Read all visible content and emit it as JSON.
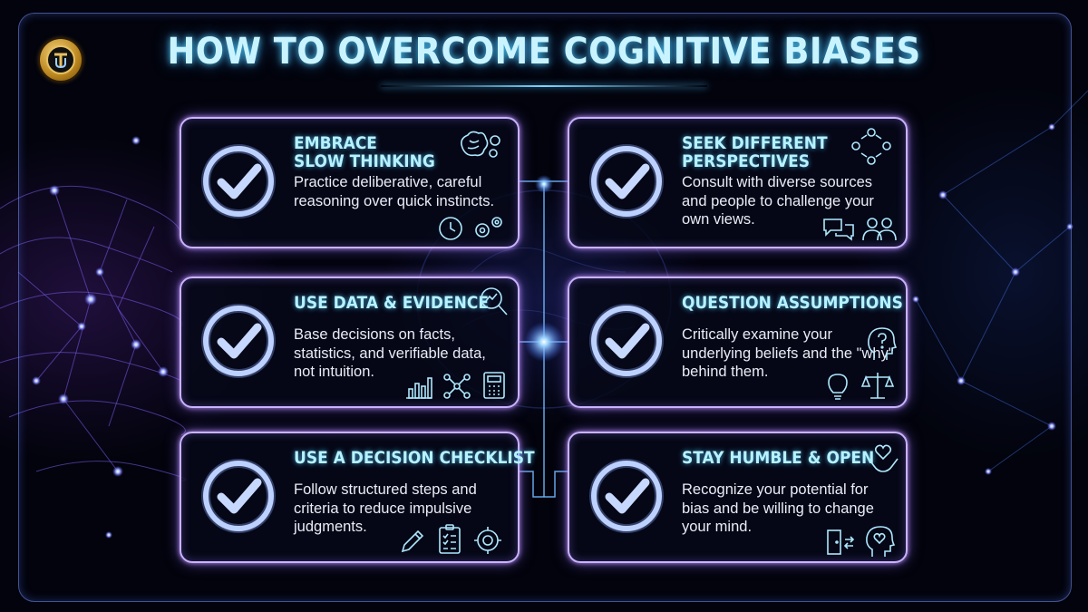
{
  "title": "HOW TO OVERCOME COGNITIVE BIASES",
  "logo": {
    "icon": "brand-logo-icon"
  },
  "colors": {
    "title_glow": "#5ad2ff",
    "card_border": "#c9b3ff",
    "check_color": "#a9c8ff",
    "card_title": "#b6f2ff",
    "connector": "#6fb8ff"
  },
  "cards": [
    {
      "title": "EMBRACE\nSLOW THINKING",
      "description": "Practice deliberative, careful reasoning over quick instincts.",
      "icons": [
        "brain-gear-icon",
        "clock-icon",
        "gears-icon"
      ]
    },
    {
      "title": "SEEK DIFFERENT\nPERSPECTIVES",
      "description": "Consult with diverse sources and people to challenge your own views.",
      "icons": [
        "people-network-icon",
        "chat-bubbles-icon",
        "group-icon"
      ]
    },
    {
      "title": "USE DATA & EVIDENCE",
      "description": "Base decisions on facts, statistics, and verifiable data, not intuition.",
      "icons": [
        "magnifier-chart-icon",
        "bar-chart-icon",
        "network-nodes-icon",
        "calculator-icon"
      ]
    },
    {
      "title": "QUESTION ASSUMPTIONS",
      "description": "Critically examine your underlying beliefs and the \"why\" behind them.",
      "icons": [
        "head-question-icon",
        "lightbulb-icon",
        "scales-icon"
      ]
    },
    {
      "title": "USE A DECISION CHECKLIST",
      "description": "Follow structured steps and criteria to reduce impulsive judgments.",
      "icons": [
        "pencil-icon",
        "checklist-icon",
        "target-gear-icon"
      ]
    },
    {
      "title": "STAY HUMBLE & OPEN",
      "description": "Recognize your potential for bias and be willing to change your mind.",
      "icons": [
        "heart-hands-icon",
        "open-door-icon",
        "head-heart-icon"
      ]
    }
  ]
}
